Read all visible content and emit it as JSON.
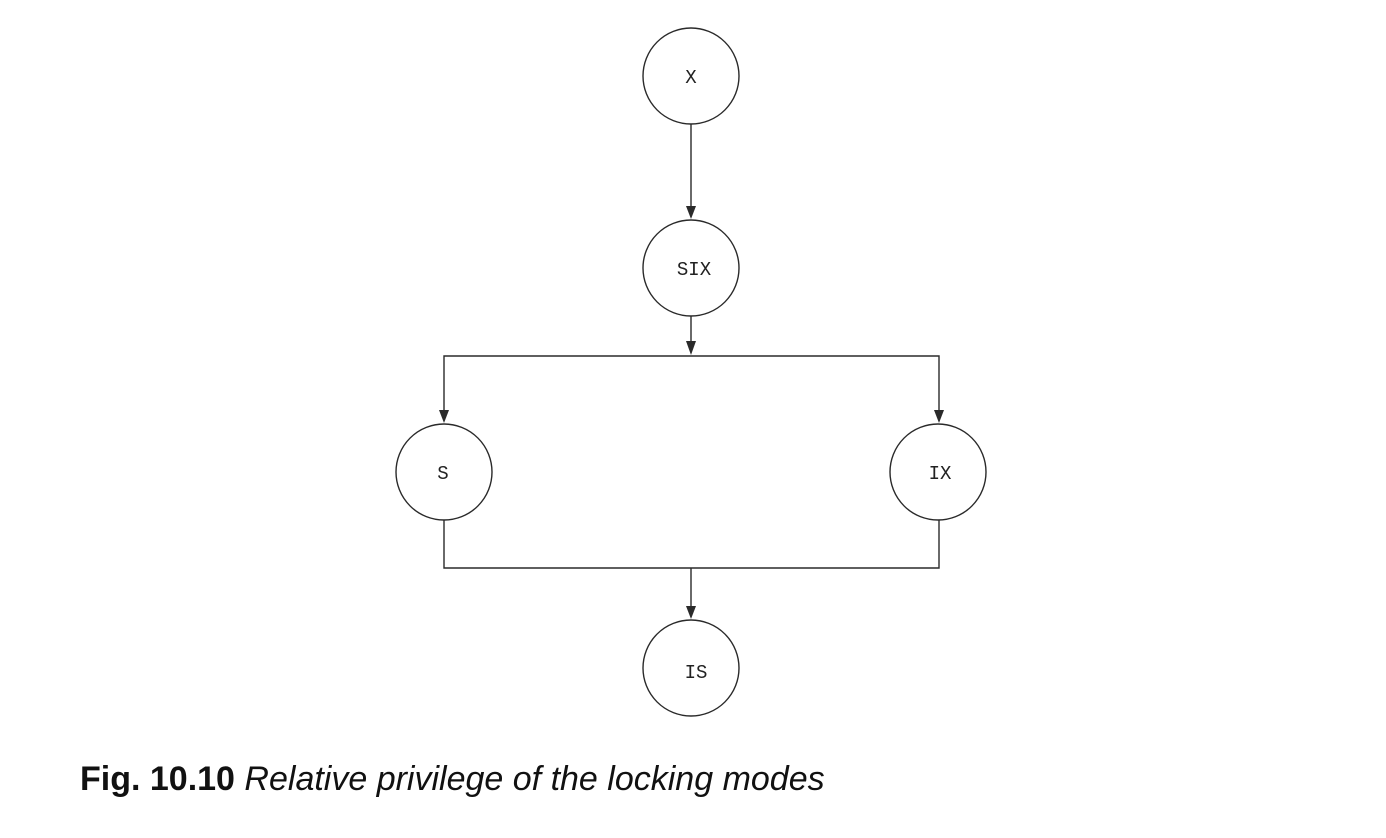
{
  "diagram": {
    "nodes": [
      {
        "id": "x",
        "label": "X"
      },
      {
        "id": "six",
        "label": "SIX"
      },
      {
        "id": "s",
        "label": "S"
      },
      {
        "id": "ix",
        "label": "IX"
      },
      {
        "id": "is",
        "label": "IS"
      }
    ],
    "edges": [
      {
        "from": "x",
        "to": "six"
      },
      {
        "from": "six",
        "to": "s"
      },
      {
        "from": "six",
        "to": "ix"
      },
      {
        "from": "s",
        "to": "is"
      },
      {
        "from": "ix",
        "to": "is"
      }
    ],
    "colors": {
      "stroke": "#2a2a2a",
      "background": "#ffffff"
    }
  },
  "caption": {
    "number": "Fig. 10.10",
    "text": "Relative privilege of the locking modes"
  }
}
